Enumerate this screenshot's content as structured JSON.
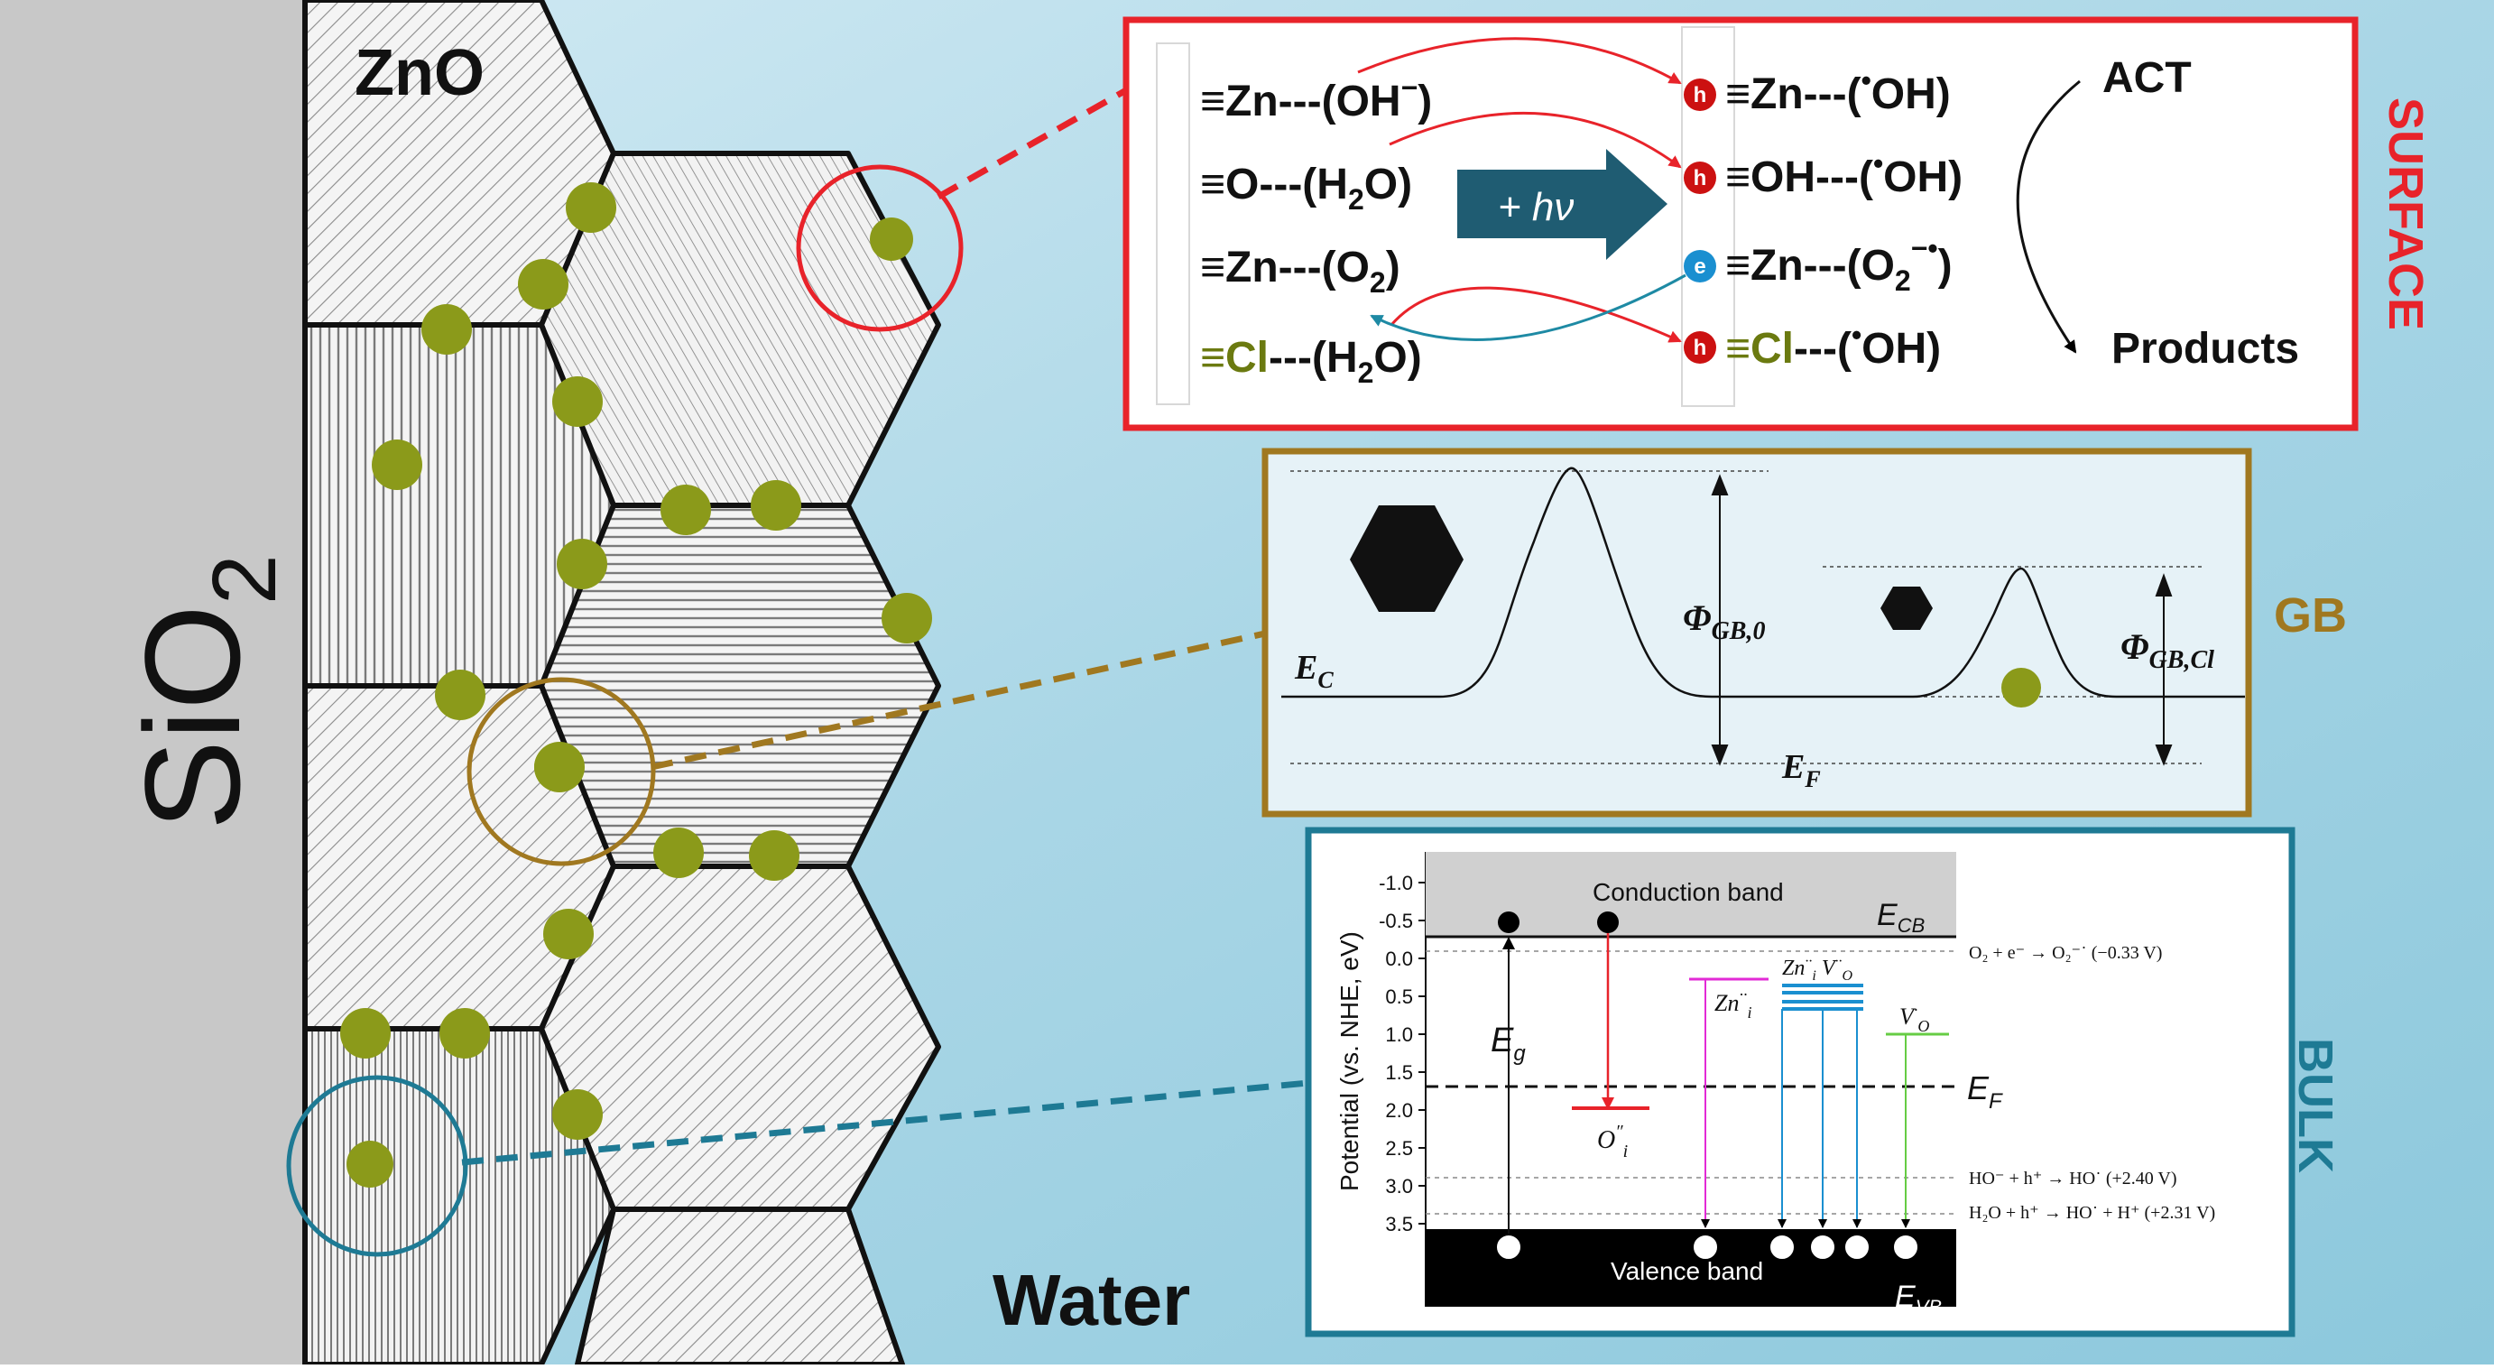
{
  "labels": {
    "zno": "ZnO",
    "sio2": "SiO",
    "sio2_sub": "2",
    "water": "Water"
  },
  "surface": {
    "title": "SURFACE",
    "reactants": [
      {
        "main": "≡Zn---(OH",
        "sup": "−",
        "tail": ")"
      },
      {
        "main": "≡O---(H",
        "sub": "2",
        "tail": "O)"
      },
      {
        "main": "≡Zn---(O",
        "sub": "2",
        "tail": ")"
      },
      {
        "main_colored": "≡Cl",
        "main": "---(H",
        "sub": "2",
        "tail": "O)"
      }
    ],
    "arrow_label": "+ hν",
    "badges": [
      "h",
      "h",
      "e",
      "h"
    ],
    "products": [
      {
        "main": "≡Zn---(",
        "radical": "•",
        "tail": "OH)"
      },
      {
        "main": "≡OH---(",
        "radical": "•",
        "tail": "OH)"
      },
      {
        "main": "≡Zn---(O",
        "sub": "2",
        "sup": "−•",
        "tail": ")"
      },
      {
        "main_colored": "≡Cl",
        "main": "---(",
        "radical": "•",
        "tail": "OH)"
      }
    ],
    "act": "ACT",
    "products_label": "Products"
  },
  "gb": {
    "title": "GB",
    "ec": "E",
    "ec_sub": "C",
    "ef": "E",
    "ef_sub": "F",
    "phi0": "Φ",
    "phi0_sub": "GB,0",
    "phicl": "Φ",
    "phicl_sub": "GB,Cl"
  },
  "bulk": {
    "title": "BULK",
    "yaxis_label": "Potential (vs. NHE, eV)",
    "yticks": [
      "-1.0",
      "-0.5",
      "0.0",
      "0.5",
      "1.0",
      "1.5",
      "2.0",
      "2.5",
      "3.0",
      "3.5"
    ],
    "conduction_band": "Conduction band",
    "valence_band": "Valence band",
    "ecb": "E",
    "ecb_sub": "CB",
    "evb": "E",
    "evb_sub": "VB",
    "eg": "E",
    "eg_sub": "g",
    "ef": "E",
    "ef_sub": "F",
    "oi": "O",
    "oi_sup": "″",
    "oi_sub": "i",
    "zni": "Zn",
    "zni_sup": "··",
    "zni_sub": "i",
    "zni_vo": "Zn",
    "vo_label": "V",
    "vo_sup": "··",
    "vo_sub": "O",
    "vo1_label": "V",
    "vo1_sup": "·",
    "vo1_sub": "O",
    "rxn1": "O₂ + e⁻ → O₂⁻˙ (−0.33 V)",
    "rxn2": "HO⁻ + h⁺ → HO˙ (+2.40 V)",
    "rxn3": "H₂O + h⁺ → HO˙ + H⁺ (+2.31 V)"
  },
  "colors": {
    "surface": "#e8232a",
    "gb": "#a07820",
    "bulk": "#1e7a94",
    "dot": "#8b9a1a",
    "arrow": "#1f5c72",
    "hole": "#cc1111",
    "electron": "#1a8fd0"
  }
}
